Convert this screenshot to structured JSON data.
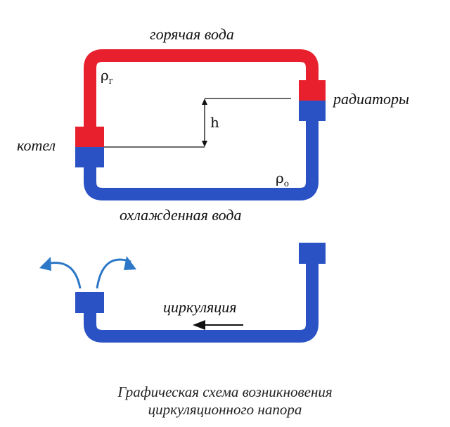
{
  "labels": {
    "hot_water": "горячая вода",
    "radiators": "радиаторы",
    "boiler": "котел",
    "cooled_water": "охлажденная вода",
    "circulation": "циркуляция",
    "height": "h",
    "rho_hot_base": "ρ",
    "rho_hot_sub": "г",
    "rho_cold_base": "ρ",
    "rho_cold_sub": "о"
  },
  "caption": {
    "line1": "Графическая схема возникновения",
    "line2": "циркуляционного напора"
  },
  "colors": {
    "hot": "#e8202e",
    "cold": "#2a52c4",
    "line": "#111111",
    "arrow_blue": "#2c77c8"
  },
  "icons": {
    "circulation_arrow": "left-arrow-icon",
    "escape_arrows": "curved-arrow-icon"
  }
}
